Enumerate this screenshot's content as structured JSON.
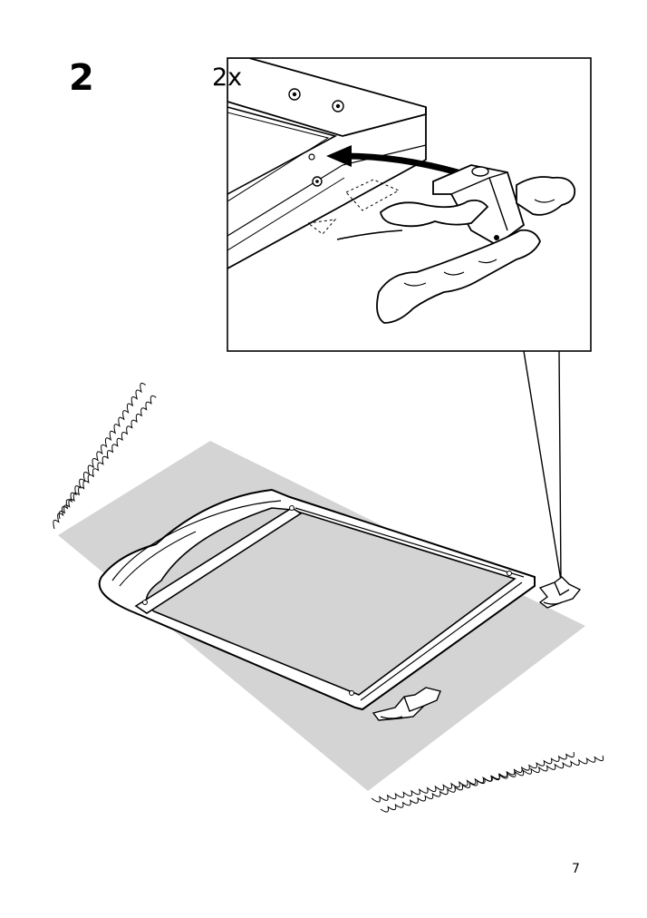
{
  "step": {
    "number": "2",
    "quantity": "2x"
  },
  "page": {
    "number": "7"
  },
  "icons": {
    "detail": "hand-inserting-bracket-icon",
    "overview": "frame-on-rug-icon",
    "brackets": "bracket-icon"
  },
  "colors": {
    "rug": "#d4d4d4",
    "line": "#000000",
    "background": "#ffffff"
  }
}
